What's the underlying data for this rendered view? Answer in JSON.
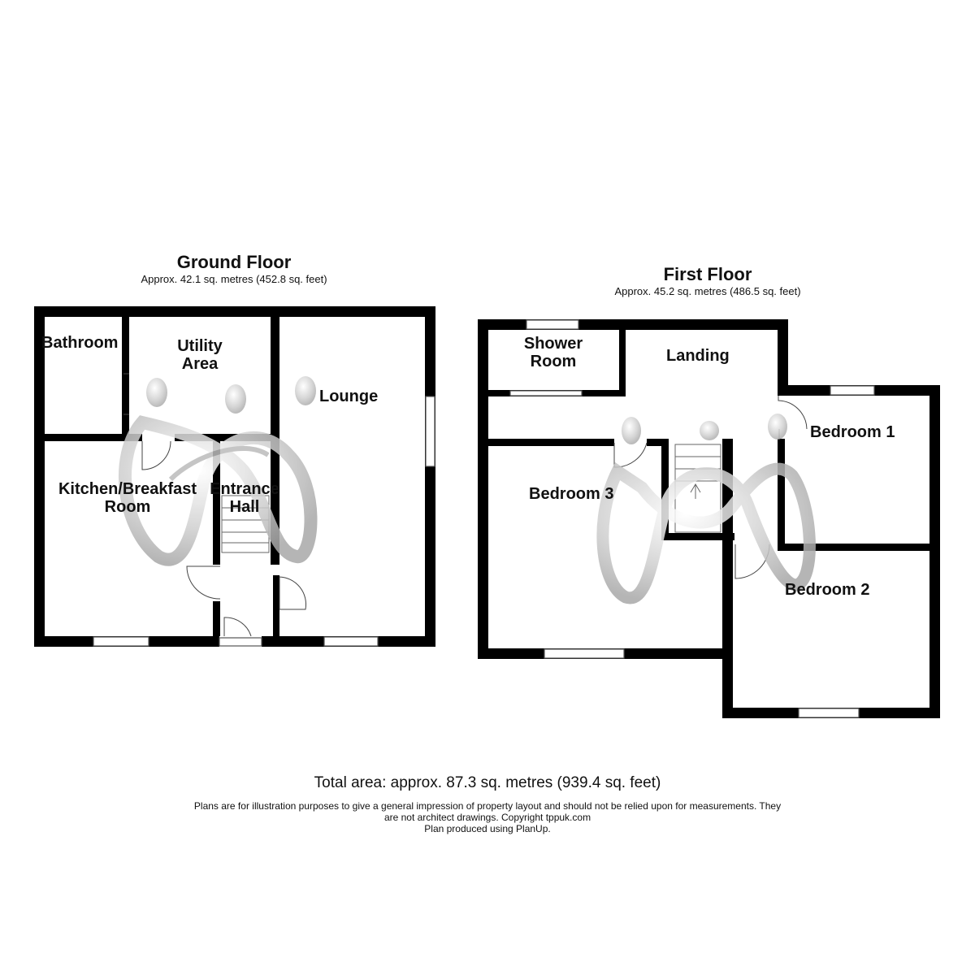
{
  "ground_floor": {
    "title": "Ground Floor",
    "area": "Approx. 42.1 sq. metres (452.8 sq. feet)",
    "rooms": {
      "bathroom": "Bathroom",
      "utility_line1": "Utility",
      "utility_line2": "Area",
      "lounge": "Lounge",
      "kitchen_line1": "Kitchen/Breakfast",
      "kitchen_line2": "Room",
      "hall_line1": "Entrance",
      "hall_line2": "Hall"
    }
  },
  "first_floor": {
    "title": "First Floor",
    "area": "Approx. 45.2 sq. metres (486.5 sq. feet)",
    "rooms": {
      "shower_line1": "Shower",
      "shower_line2": "Room",
      "landing": "Landing",
      "bedroom1": "Bedroom 1",
      "bedroom2": "Bedroom 2",
      "bedroom3": "Bedroom 3"
    }
  },
  "footer": {
    "total": "Total area: approx. 87.3 sq. metres (939.4 sq. feet)",
    "disclaimer_line1": "Plans are for illustration purposes to give a general impression of property layout and should not be relied upon for measurements. They",
    "disclaimer_line2": "are not architect drawings.  Copyright tppuk.com",
    "disclaimer_line3": "Plan produced using PlanUp."
  },
  "colors": {
    "wall": "#000000",
    "background": "#ffffff"
  }
}
